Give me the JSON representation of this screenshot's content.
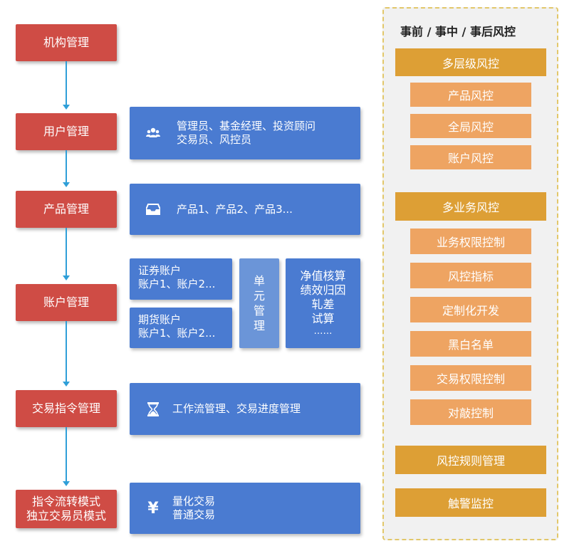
{
  "flow": {
    "steps": [
      {
        "label": "机构管理"
      },
      {
        "label": "用户管理"
      },
      {
        "label": "产品管理"
      },
      {
        "label": "账户管理"
      },
      {
        "label": "交易指令管理"
      },
      {
        "line1": "指令流转模式",
        "line2": "独立交易员模式"
      }
    ]
  },
  "details": {
    "users": {
      "icon": "users-icon",
      "line1": "管理员、基金经理、投资顾问",
      "line2": "交易员、风控员"
    },
    "products": {
      "icon": "inbox-icon",
      "text": "产品1、产品2、产品3..."
    },
    "securities_account": {
      "line1": "证券账户",
      "line2": "账户1、账户2..."
    },
    "futures_account": {
      "line1": "期货账户",
      "line2": "账户1、账户2..."
    },
    "unit_management": {
      "chars": [
        "单",
        "元",
        "管",
        "理"
      ]
    },
    "nav": {
      "lines": [
        "净值核算",
        "绩效归因",
        "轧差",
        "试算",
        "……"
      ]
    },
    "workflow": {
      "icon": "hourglass-icon",
      "text": "工作流管理、交易进度管理"
    },
    "trading": {
      "icon": "yen-icon",
      "line1": "量化交易",
      "line2": "普通交易"
    }
  },
  "risk_panel": {
    "title": "事前 / 事中 / 事后风控",
    "multi_level": {
      "label": "多层级风控",
      "items": [
        "产品风控",
        "全局风控",
        "账户风控"
      ]
    },
    "multi_business": {
      "label": "多业务风控",
      "items": [
        "业务权限控制",
        "风控指标",
        "定制化开发",
        "黑白名单",
        "交易权限控制",
        "对敲控制"
      ]
    },
    "rule_management": "风控规则管理",
    "alert_monitoring": "触警监控"
  },
  "colors": {
    "red": "#cf4c45",
    "blue": "#4a7bd1",
    "blue_light": "#6b95d8",
    "gold": "#dd9f35",
    "orange": "#eea462",
    "arrow": "#2f9fd8",
    "panel_border": "#e2c76a"
  }
}
